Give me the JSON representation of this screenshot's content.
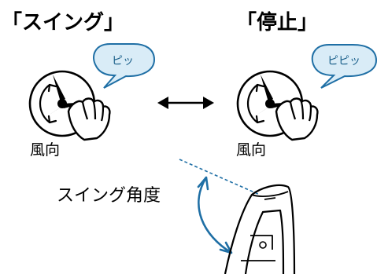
{
  "panel_swing": {
    "title": "「スイング」",
    "beep": "ピッ",
    "control_label": "風向"
  },
  "panel_stop": {
    "title": "「停止」",
    "beep": "ピピッ",
    "control_label": "風向"
  },
  "angle_label": "スイング角度",
  "colors": {
    "accent": "#1f6fa5",
    "bubble_fill": "#d9ecf7"
  }
}
